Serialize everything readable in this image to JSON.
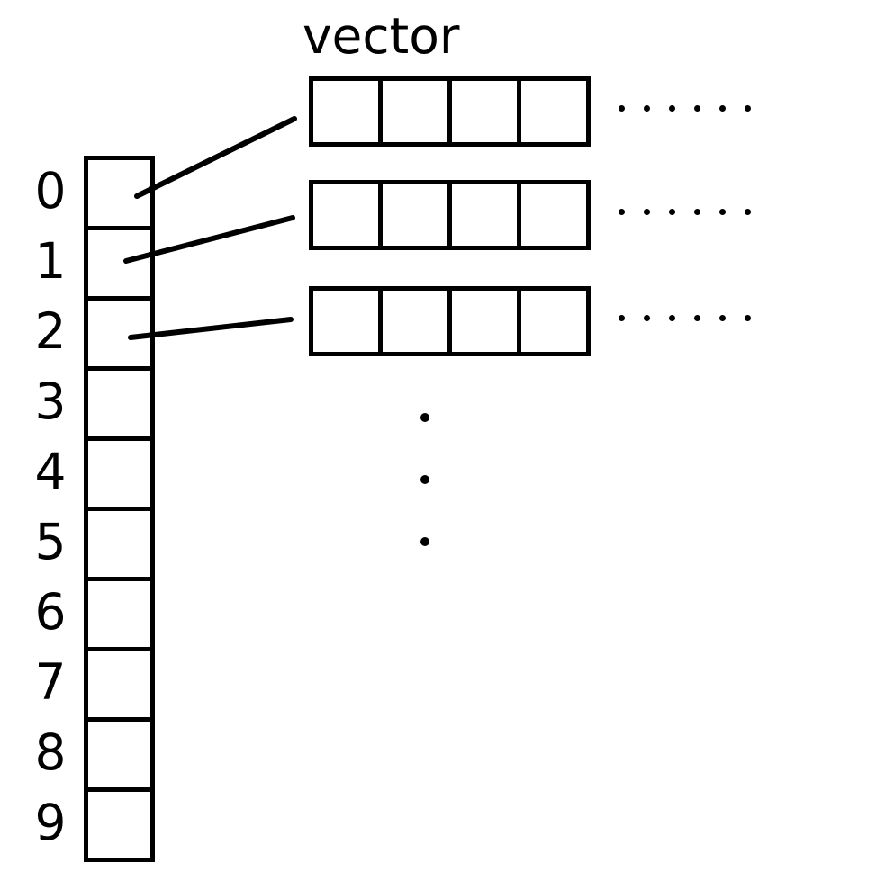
{
  "colors": {
    "background": "#ffffff",
    "ink": "#000000"
  },
  "title": "vector",
  "bucket_array": {
    "indices": [
      "0",
      "1",
      "2",
      "3",
      "4",
      "5",
      "6",
      "7",
      "8",
      "9"
    ]
  },
  "vector_rows": [
    {
      "cell_count": 4,
      "ellipsis_dot_count": 6
    },
    {
      "cell_count": 4,
      "ellipsis_dot_count": 6
    },
    {
      "cell_count": 4,
      "ellipsis_dot_count": 6
    }
  ],
  "vertical_ellipsis": {
    "dot_count": 3
  },
  "pointers": [
    {
      "from_bucket": "0",
      "to_row": 0
    },
    {
      "from_bucket": "1",
      "to_row": 1
    },
    {
      "from_bucket": "2",
      "to_row": 2
    }
  ]
}
